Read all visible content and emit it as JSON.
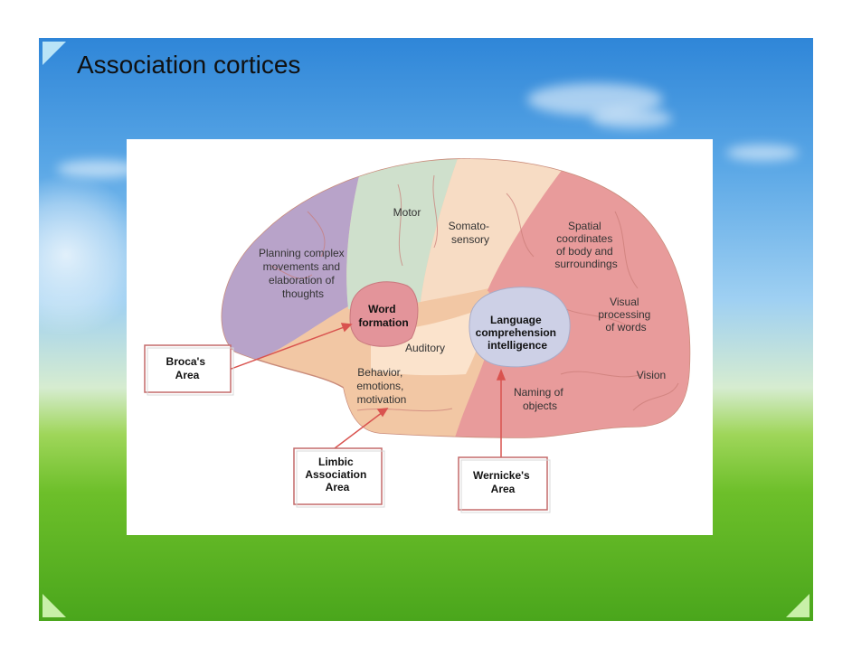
{
  "slide": {
    "title": "Association cortices"
  },
  "diagram": {
    "regions": {
      "planning": [
        "Planning complex",
        "movements and",
        "elaboration of",
        "thoughts"
      ],
      "motor": [
        "Motor"
      ],
      "somatosensory": [
        "Somato-",
        "sensory"
      ],
      "spatial": [
        "Spatial",
        "coordinates",
        "of body and",
        "surroundings"
      ],
      "word_formation": [
        "Word",
        "formation"
      ],
      "language": [
        "Language",
        "comprehension",
        "intelligence"
      ],
      "visual_words": [
        "Visual",
        "processing",
        "of words"
      ],
      "auditory": [
        "Auditory"
      ],
      "behavior": [
        "Behavior,",
        "emotions,",
        "motivation"
      ],
      "vision": [
        "Vision"
      ],
      "naming": [
        "Naming of",
        "objects"
      ]
    },
    "callouts": {
      "broca": [
        "Broca's",
        "Area"
      ],
      "limbic": [
        "Limbic",
        "Association",
        "Area"
      ],
      "wernicke": [
        "Wernicke's",
        "Area"
      ]
    },
    "colors": {
      "prefrontal": "#b8a3c9",
      "motor": "#cfe0cc",
      "somatosensory": "#f7dcc4",
      "parietal_occipital": "#e89b9b",
      "temporal": "#f2c7a4",
      "language_area": "#cdd0e6",
      "word_area": "#e3949a",
      "arrow": "#d9534f"
    }
  }
}
